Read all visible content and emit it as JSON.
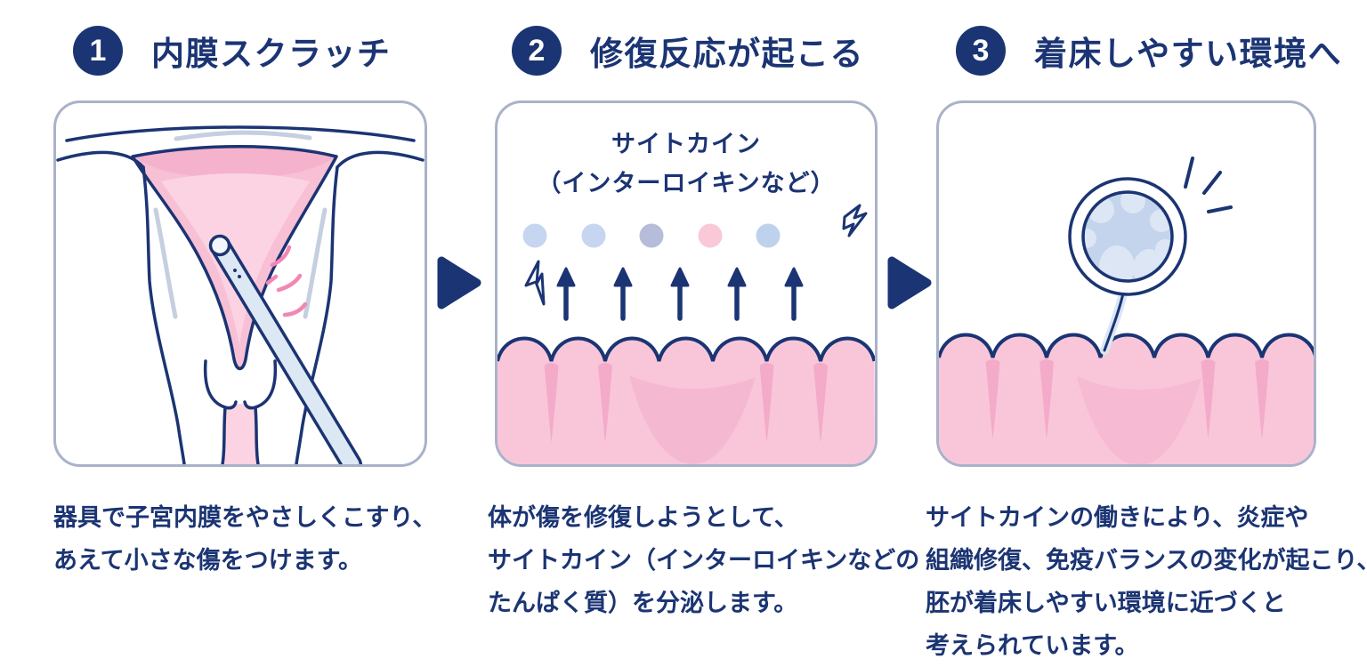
{
  "figure": {
    "type": "three-step-process-infographic",
    "topic": "endometrial scratch procedure",
    "language": "ja"
  },
  "steps": [
    {
      "number": "1",
      "title": "内膜スクラッチ",
      "illustration": "uterus-with-scratch-instrument",
      "caption_lines": [
        "器具で子宮内膜をやさしくこすり、",
        "あえて小さな傷をつけます。"
      ]
    },
    {
      "number": "2",
      "title": "修復反応が起こる",
      "illustration": "cytokines-released-from-endometrium",
      "cytokine_label_line1": "サイトカイン",
      "cytokine_label_line2": "（インターロイキンなど）",
      "caption_lines": [
        "体が傷を修復しようとして、",
        "サイトカイン（インターロイキンなどの",
        "たんぱく質）を分泌します。"
      ]
    },
    {
      "number": "3",
      "title": "着床しやすい環境へ",
      "illustration": "embryo-implanting-on-endometrium",
      "caption_lines": [
        "サイトカインの働きにより、炎症や",
        "組織修復、免疫バランスの変化が起こり、",
        "胚が着床しやすい環境に近づくと",
        "考えられています。"
      ]
    }
  ],
  "colors": {
    "navy": "#1b3473",
    "panel_border": "#a9b2c9",
    "tissue_pink": "#f9c6d9",
    "tissue_pink_dark": "#f3abc9",
    "cavity_pink": "#f6b5ce",
    "cavity_pink_light": "#fbd3e2",
    "instrument_blue": "#dde8f5",
    "embryo_fill": "#c3d4ec",
    "embryo_cell": "#dce6f4",
    "scratch_pink": "#f287b4",
    "cytokine_dots": [
      "#c6d5f0",
      "#c6d5f0",
      "#b7bcd9",
      "#f9c9d8",
      "#bed2ee"
    ]
  }
}
